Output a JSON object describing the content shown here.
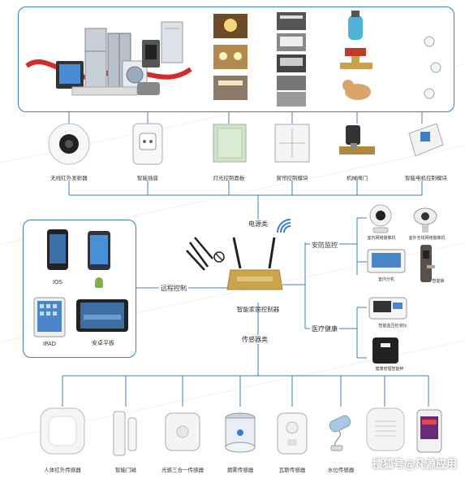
{
  "colors": {
    "line": "#3a7fc4",
    "panel_border": "#3a7fc4",
    "accent_red": "#d32a2a",
    "router_gold": "#c9a44c"
  },
  "top_devices": [
    {
      "label": "无线红外发射器",
      "icon": "ir-blaster-icon"
    },
    {
      "label": "智能插座",
      "icon": "smart-socket-icon"
    },
    {
      "label": "灯光控制面板",
      "icon": "light-panel-icon"
    },
    {
      "label": "窗帘控制模块",
      "icon": "curtain-switch-icon"
    },
    {
      "label": "机械阀门",
      "icon": "valve-icon"
    },
    {
      "label": "智能电机控制模块",
      "icon": "motor-module-icon"
    }
  ],
  "hub": {
    "label": "智能家居控制器",
    "power_label": "电源类",
    "remote_label": "远程控制",
    "security_label": "安防监控",
    "health_label": "医疗健康",
    "sensor_label": "传感器类"
  },
  "left_devices": [
    {
      "label": "IOS",
      "icon": "iphone-icon"
    },
    {
      "label": "",
      "icon": "android-phone-icon"
    },
    {
      "label": "IPAD",
      "icon": "ipad-icon"
    },
    {
      "label": "安卓平板",
      "icon": "android-tablet-icon"
    }
  ],
  "security_devices": [
    {
      "label": "室内网络摄像机",
      "icon": "indoor-camera-icon"
    },
    {
      "label": "室外无线网络摄像机",
      "icon": "outdoor-camera-icon"
    },
    {
      "label": "室内分机",
      "icon": "intercom-icon"
    },
    {
      "label": "智能锁",
      "icon": "smart-lock-icon"
    }
  ],
  "health_devices": [
    {
      "label": "智能血压检测仪",
      "icon": "blood-pressure-icon"
    },
    {
      "label": "健康管理智能秤",
      "icon": "scale-icon"
    }
  ],
  "sensors": [
    {
      "label": "人体红外传感器",
      "icon": "pir-sensor-icon"
    },
    {
      "label": "智能门磁",
      "icon": "door-sensor-icon"
    },
    {
      "label": "光感三合一传感器",
      "icon": "light-sensor-icon"
    },
    {
      "label": "烟雾传感器",
      "icon": "smoke-sensor-icon"
    },
    {
      "label": "瓦斯传感器",
      "icon": "gas-sensor-icon"
    },
    {
      "label": "水位传感器",
      "icon": "water-sensor-icon"
    },
    {
      "label": "",
      "icon": "air-sensor-icon"
    },
    {
      "label": "",
      "icon": "display-sensor-icon"
    }
  ],
  "watermark": "搜狐号@凡源应用"
}
